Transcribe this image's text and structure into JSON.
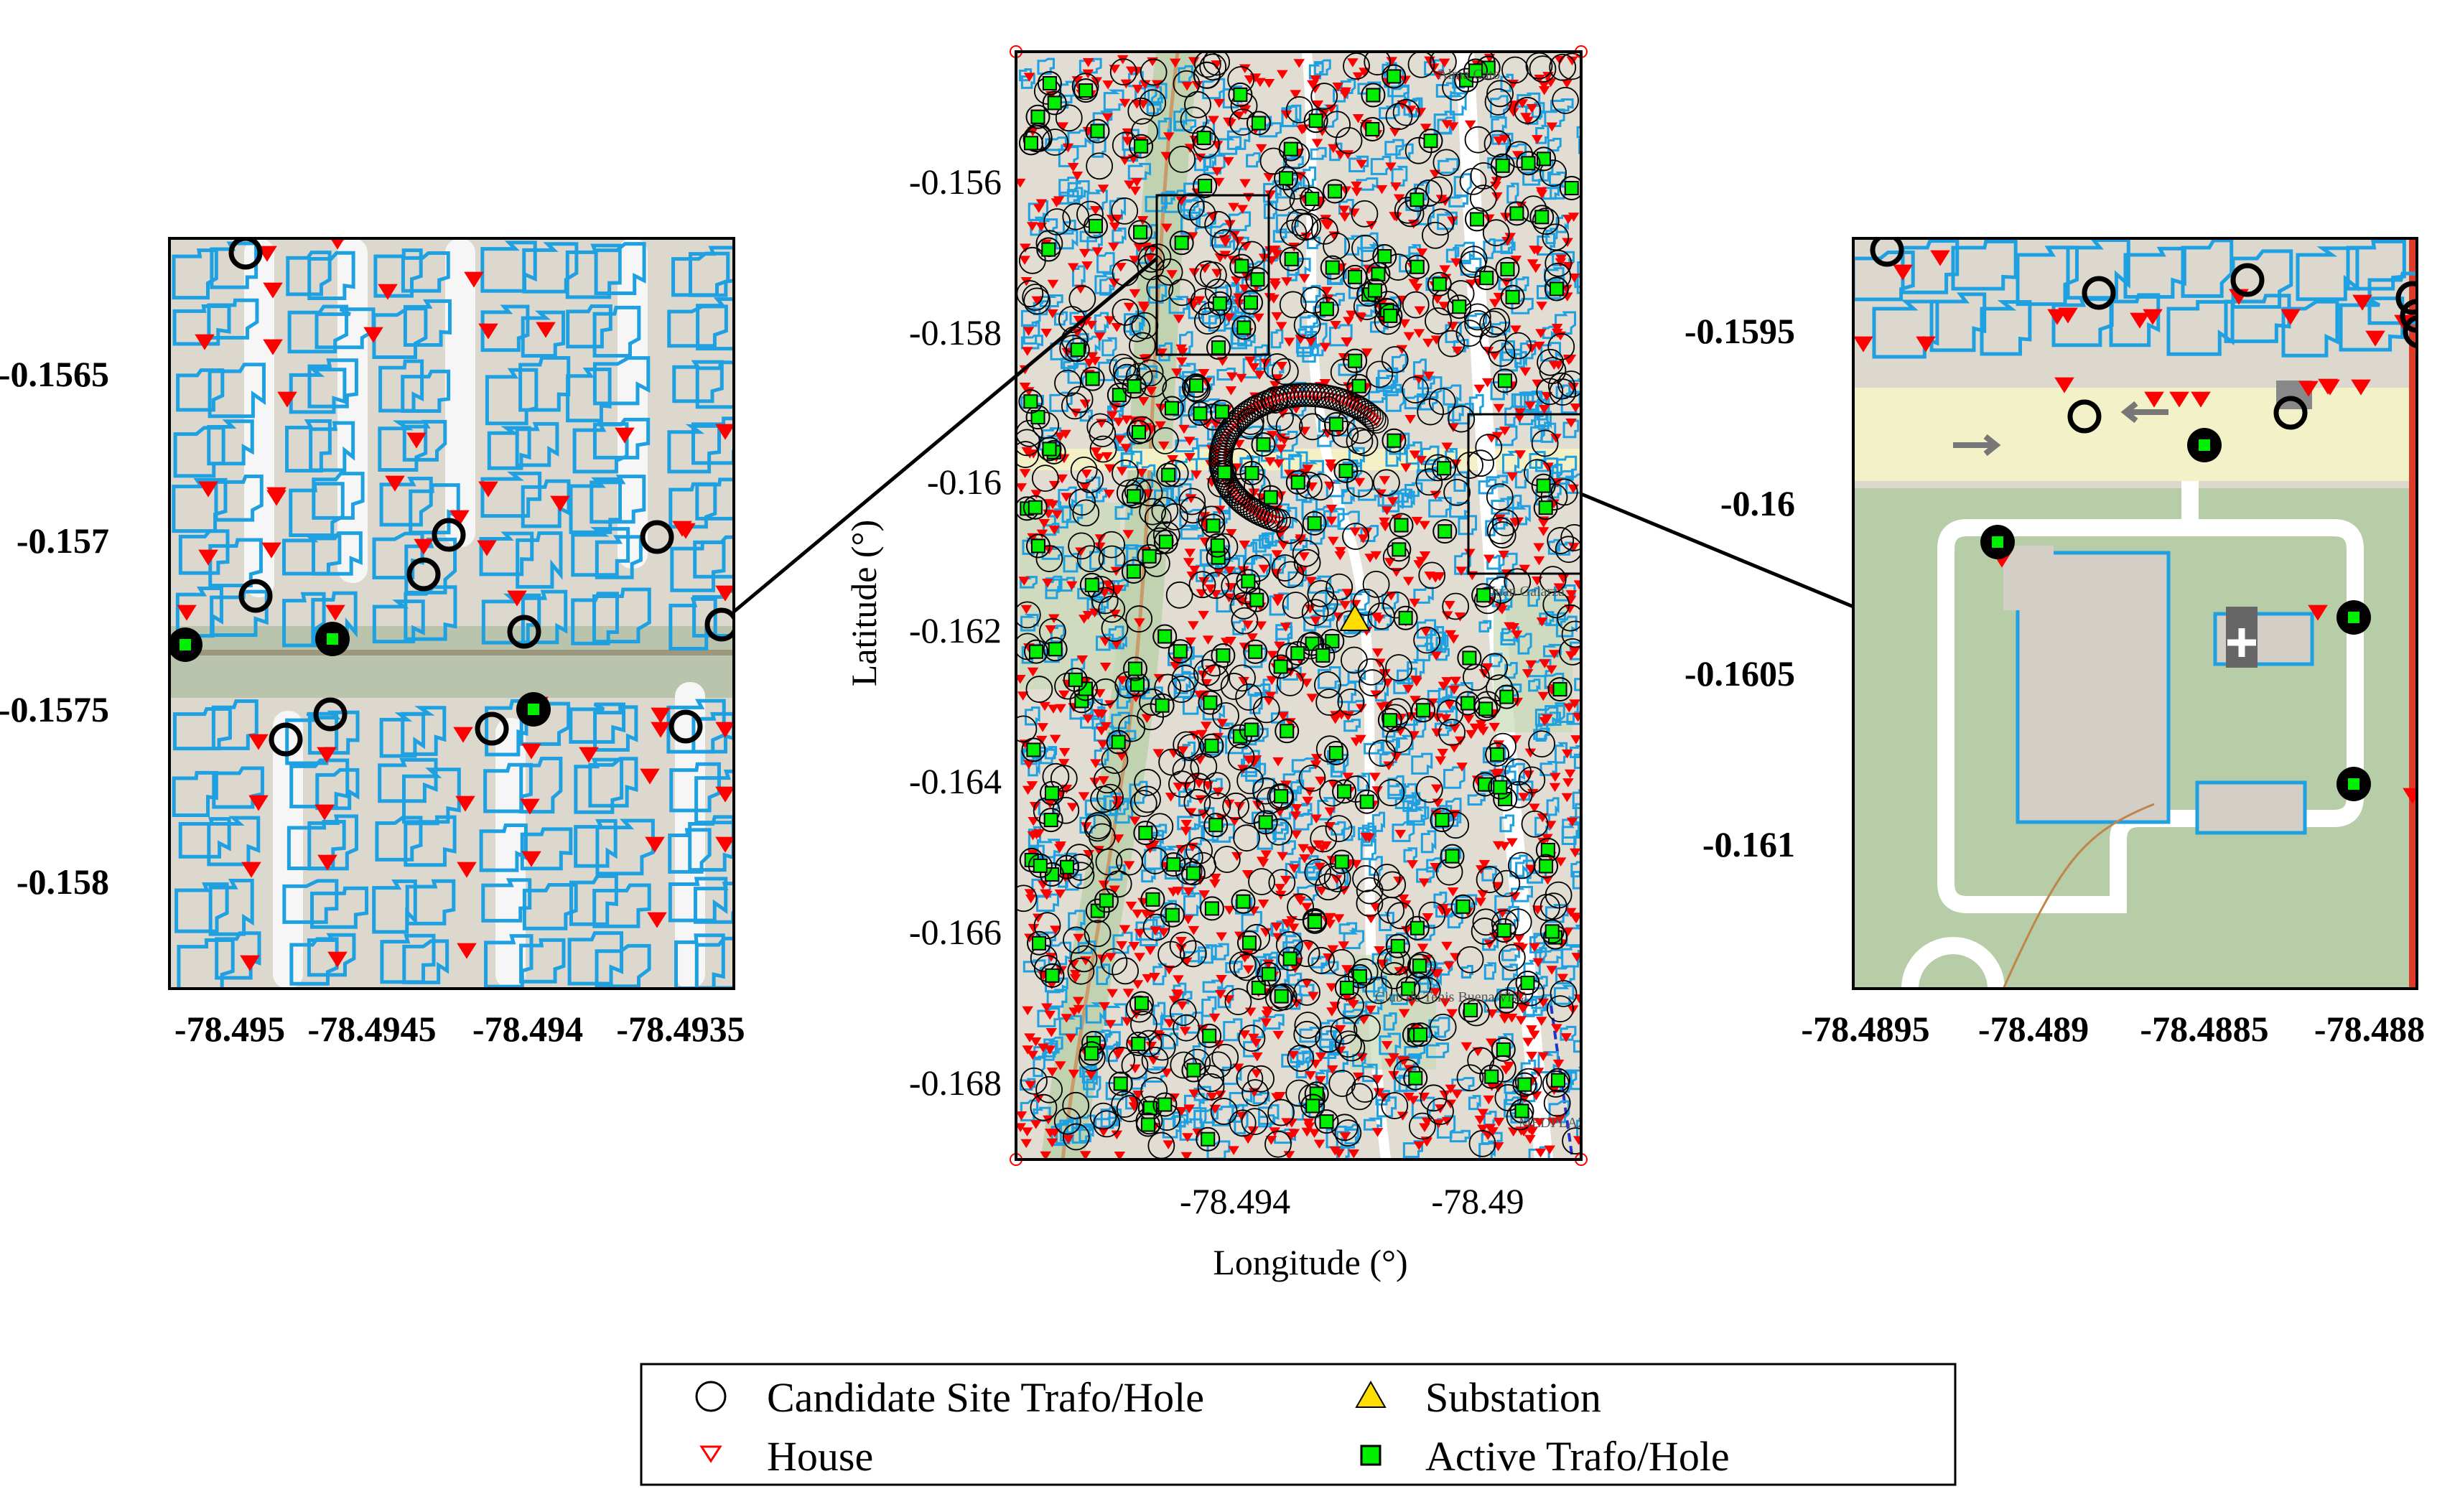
{
  "center_map": {
    "x_ticks": [
      "-78.494",
      "-78.49"
    ],
    "y_ticks": [
      "-0.156",
      "-0.158",
      "-0.16",
      "-0.162",
      "-0.164",
      "-0.166",
      "-0.168"
    ],
    "xlabel": "Longitude (°)",
    "ylabel": "Latitude (°)",
    "map_labels": [
      "Alma Cato",
      "Juan Galarza",
      "Club de Tenis Buena Vista",
      "MEDPLAZ"
    ]
  },
  "left_inset": {
    "x_ticks": [
      "-78.495",
      "-78.4945",
      "-78.494",
      "-78.4935"
    ],
    "y_ticks": [
      "-0.1565",
      "-0.157",
      "-0.1575",
      "-0.158"
    ]
  },
  "right_inset": {
    "x_ticks": [
      "-78.4895",
      "-78.489",
      "-78.4885",
      "-78.488"
    ],
    "y_ticks": [
      "-0.1595",
      "-0.16",
      "-0.1605",
      "-0.161"
    ]
  },
  "legend": {
    "candidate": "Candidate Site Trafo/Hole",
    "house": "House",
    "substation": "Substation",
    "active": "Active Trafo/Hole"
  },
  "colors": {
    "house": "#ff0000",
    "active_fill": "#00ee00",
    "substation": "#ffdd00",
    "building_outline": "#1fa0e0",
    "map_bg": "#e2ddd3"
  },
  "icons": {
    "candidate": "circle-marker-icon",
    "house": "triangle-down-marker-icon",
    "substation": "triangle-up-marker-icon",
    "active": "square-marker-icon"
  }
}
